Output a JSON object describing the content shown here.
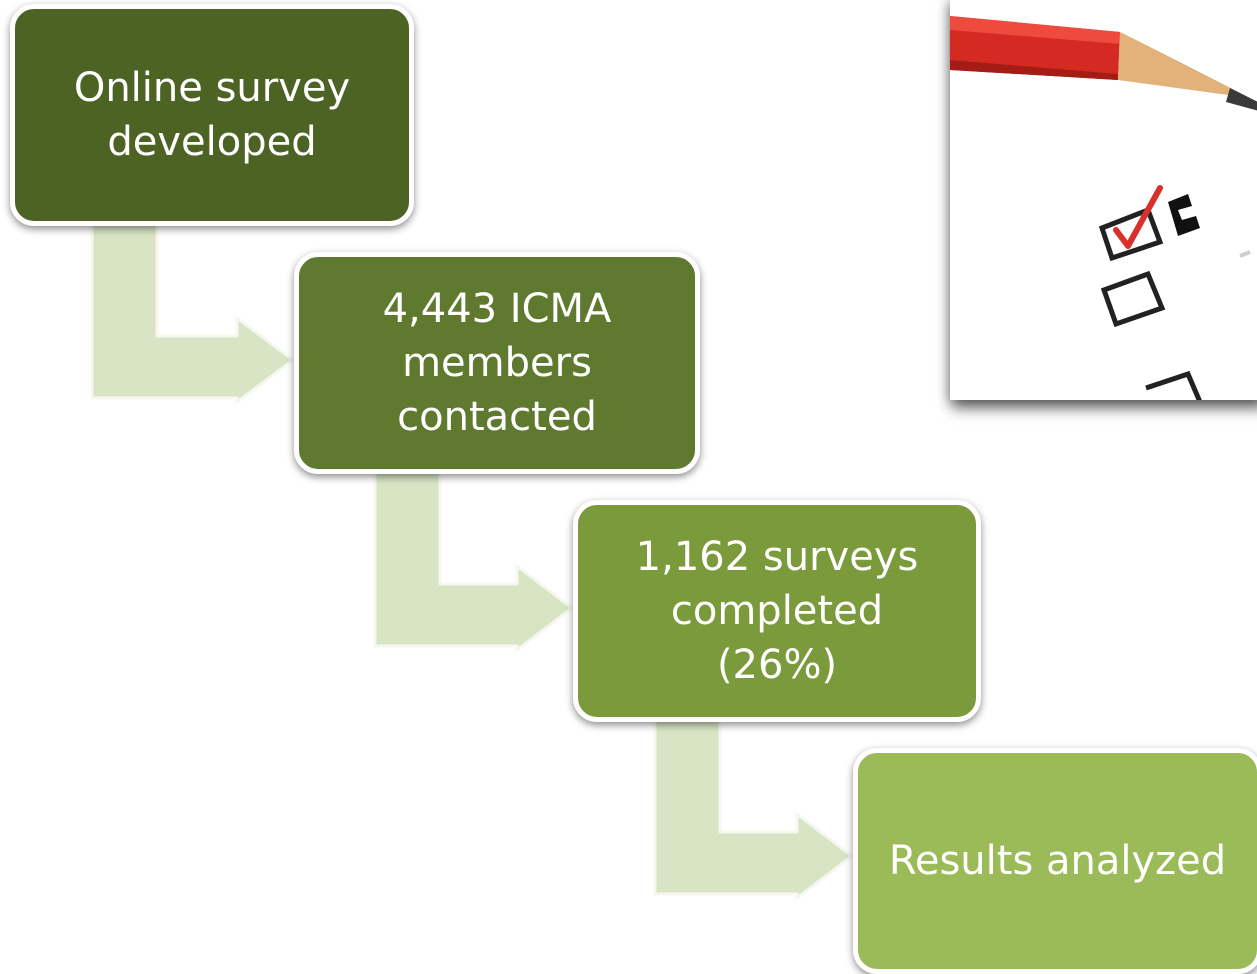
{
  "steps": [
    {
      "label": "Online survey\ndeveloped",
      "color": "#4c6324"
    },
    {
      "label": "4,443 ICMA\nmembers\ncontacted",
      "color": "#5f7a2f"
    },
    {
      "label": "1,162 surveys\ncompleted\n(26%)",
      "color": "#7b9a3c"
    },
    {
      "label": "Results analyzed",
      "color": "#9bbb59"
    }
  ],
  "arrow_color": "#d8e4c4",
  "photo": {
    "pencil_icon": "red-pencil-icon",
    "checkbox_icon": "checkbox-icon",
    "checkmark_icon": "red-checkmark-icon",
    "pencil_color": "#d42a22",
    "check_color": "#d9302b"
  }
}
